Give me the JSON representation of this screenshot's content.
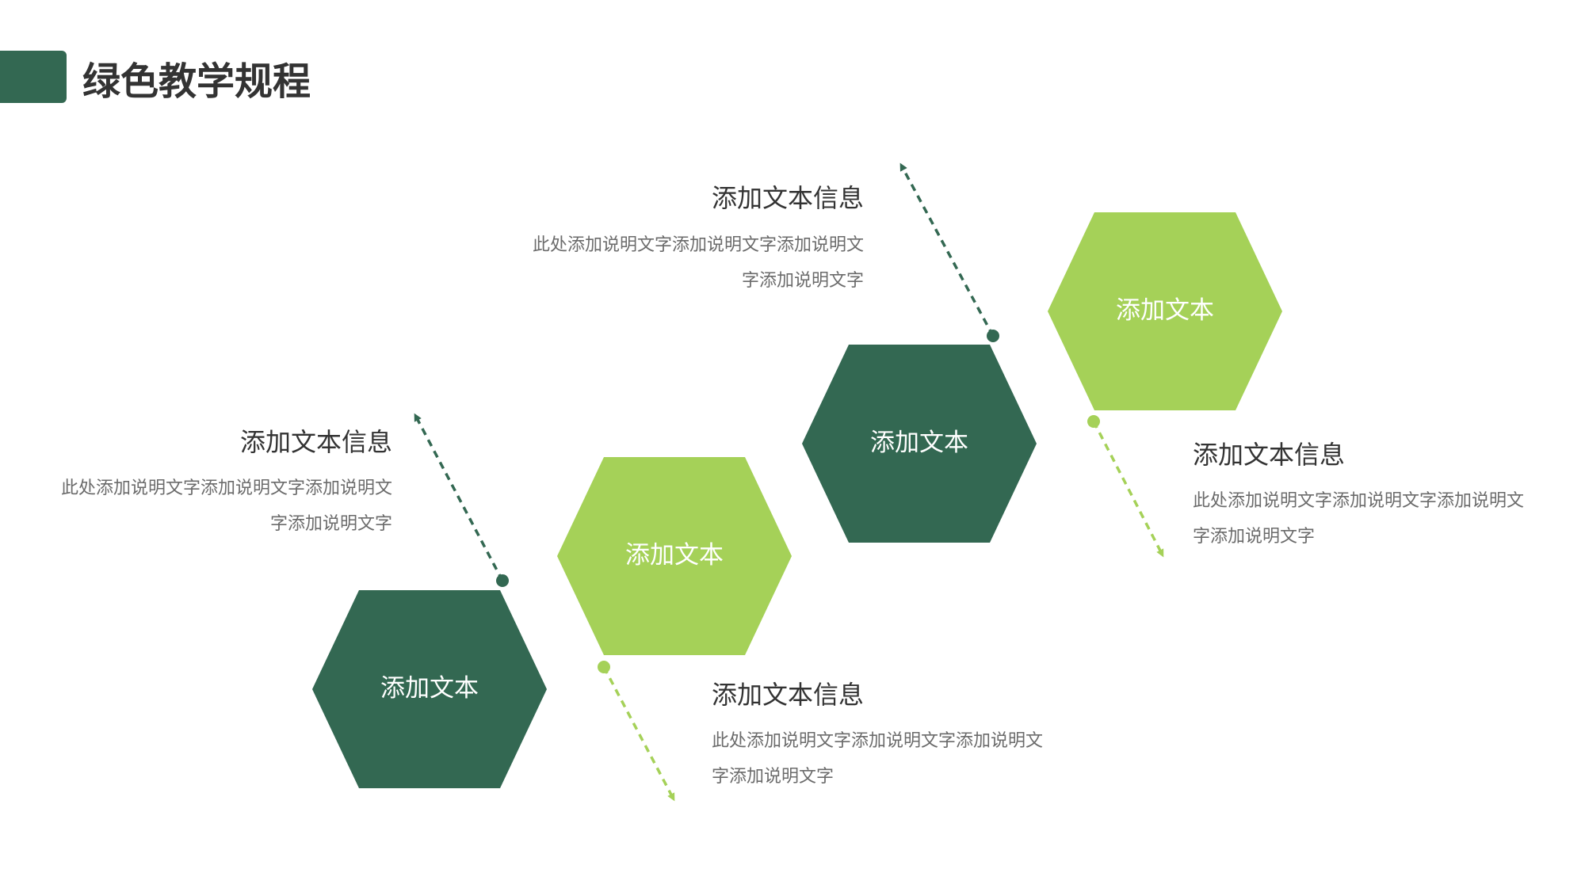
{
  "page": {
    "title": "绿色教学规程"
  },
  "colors": {
    "dark_green": "#336852",
    "light_green": "#A5D158",
    "title_text": "#333333",
    "desc_text": "#6B6B6B"
  },
  "steps": [
    {
      "hex_label": "添加文本",
      "hex_color": "dark_green",
      "info_title": "添加文本信息",
      "info_desc": "此处添加说明文字添加说明文字添加说明文字添加说明文字",
      "arrow_direction": "up"
    },
    {
      "hex_label": "添加文本",
      "hex_color": "light_green",
      "info_title": "添加文本信息",
      "info_desc": "此处添加说明文字添加说明文字添加说明文字添加说明文字",
      "arrow_direction": "down"
    },
    {
      "hex_label": "添加文本",
      "hex_color": "dark_green",
      "info_title": "添加文本信息",
      "info_desc": "此处添加说明文字添加说明文字添加说明文字添加说明文字",
      "arrow_direction": "up"
    },
    {
      "hex_label": "添加文本",
      "hex_color": "light_green",
      "info_title": "添加文本信息",
      "info_desc": "此处添加说明文字添加说明文字添加说明文字添加说明文字",
      "arrow_direction": "down"
    }
  ]
}
